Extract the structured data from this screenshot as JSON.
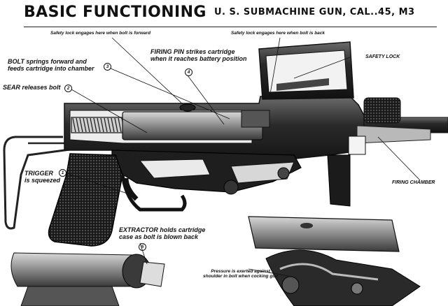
{
  "header": {
    "title": "BASIC FUNCTIONING",
    "subtitle": "U. S. SUBMACHINE GUN, CAL..45, M3"
  },
  "callouts": {
    "safety_forward": "Safety lock engages here when bolt is forward",
    "safety_back": "Safety lock engages here when bolt is back",
    "firing_pin_line1": "FIRING PIN strikes cartridge",
    "firing_pin_line2": "when it reaches battery position",
    "firing_pin_num": "4",
    "bolt_line1": "BOLT springs forward and",
    "bolt_line2": "feeds cartridge into chamber",
    "bolt_num": "3",
    "sear": "SEAR releases bolt",
    "sear_num": "2",
    "safety_lock": "SAFETY LOCK",
    "trigger_line1": "TRIGGER",
    "trigger_line2": "is squeezed",
    "trigger_num": "1",
    "firing_chamber": "FIRING CHAMBER",
    "extractor_line1": "EXTRACTOR holds cartridge",
    "extractor_line2": "case as bolt is blown back",
    "extractor_num": "5",
    "pressure_line1": "Pressure is exerted against",
    "pressure_line2": "shoulder in bolt when cocking gun"
  }
}
